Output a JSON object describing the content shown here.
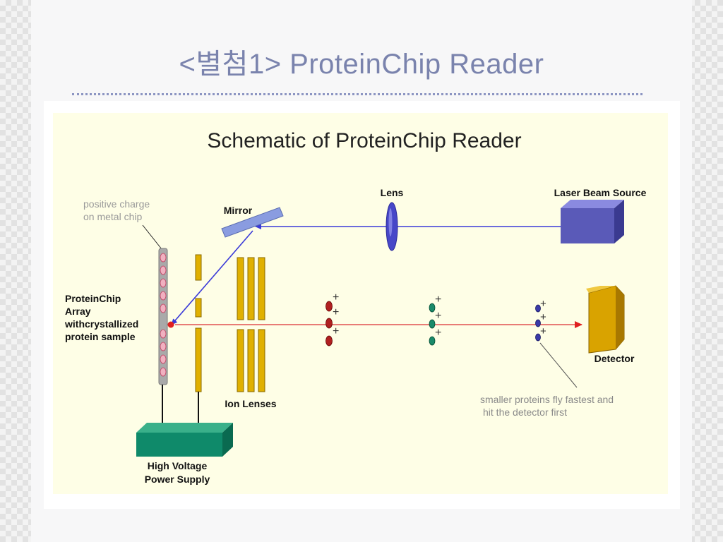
{
  "slide": {
    "title": "<별첨1> ProteinChip Reader"
  },
  "diagram": {
    "title": "Schematic of ProteinChip Reader",
    "labels": {
      "lens": "Lens",
      "laser_source": "Laser Beam Source",
      "mirror": "Mirror",
      "chip_annotation_line1": "positive charge",
      "chip_annotation_line2": "on metal chip",
      "array_line1": "ProteinChip",
      "array_line2": "Array",
      "array_line3": "withcrystallized",
      "array_line4": "protein sample",
      "ion_lenses": "Ion Lenses",
      "detector": "Detector",
      "note_line1": "smaller proteins fly fastest and",
      "note_line2": "hit the detector first",
      "power_line1": "High Voltage",
      "power_line2": "Power Supply",
      "charge_symbol": "+"
    },
    "colors": {
      "panel_background": "#fefee6",
      "laser_beam": "#3a3ad8",
      "ion_beam": "#e05050",
      "laser_source": "#5a5ab8",
      "lens": "#4747c8",
      "mirror": "#8a9ce0",
      "ion_lens": "#e0b000",
      "detector": "#d9a300",
      "power_supply": "#0f8a6a",
      "chip": "#a9a9a9",
      "protein_large": "#b02020",
      "protein_medium": "#1a8a6a",
      "protein_small": "#3a3aa8"
    }
  }
}
